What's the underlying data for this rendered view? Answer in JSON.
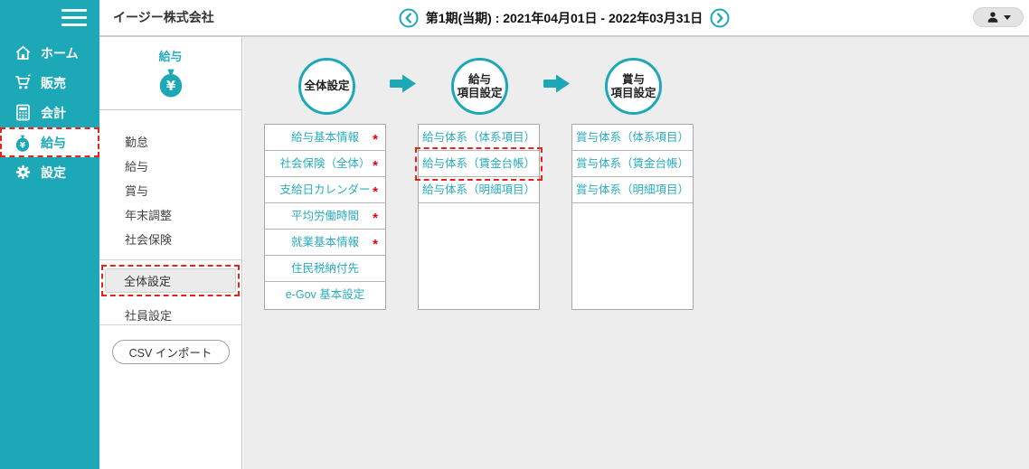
{
  "header": {
    "company_name": "イージー株式会社",
    "period_label": "第1期(当期) : 2021年04月01日 - 2022年03月31日"
  },
  "sidebar": {
    "items": [
      {
        "label": "ホーム",
        "icon": "home-icon"
      },
      {
        "label": "販売",
        "icon": "cart-icon"
      },
      {
        "label": "会計",
        "icon": "calculator-icon"
      },
      {
        "label": "給与",
        "icon": "moneybag-icon",
        "active": true
      },
      {
        "label": "設定",
        "icon": "gear-icon"
      }
    ]
  },
  "submenu": {
    "title": "給与",
    "items": [
      {
        "label": "勤怠"
      },
      {
        "label": "給与"
      },
      {
        "label": "賞与"
      },
      {
        "label": "年末調整"
      },
      {
        "label": "社会保険"
      }
    ],
    "settings": [
      {
        "label": "全体設定",
        "active": true
      },
      {
        "label": "社員設定",
        "active": false
      }
    ],
    "csv_button_label": "CSV インポート"
  },
  "main": {
    "steps": [
      {
        "line1": "全体設定",
        "line2": ""
      },
      {
        "line1": "給与",
        "line2": "項目設定"
      },
      {
        "line1": "賞与",
        "line2": "項目設定"
      }
    ],
    "columns": [
      {
        "buttons": [
          {
            "label": "給与基本情報",
            "marker": "*"
          },
          {
            "label": "社会保険（全体）",
            "marker": "*"
          },
          {
            "label": "支給日カレンダー",
            "marker": "*"
          },
          {
            "label": "平均労働時間",
            "marker": "*"
          },
          {
            "label": "就業基本情報",
            "marker": "*"
          },
          {
            "label": "住民税納付先",
            "marker": ""
          },
          {
            "label": "e-Gov 基本設定",
            "marker": ""
          }
        ]
      },
      {
        "buttons": [
          {
            "label": "給与体系（体系項目）",
            "marker": ""
          },
          {
            "label": "給与体系（賃金台帳）",
            "marker": "",
            "highlighted": true
          },
          {
            "label": "給与体系（明細項目）",
            "marker": ""
          }
        ]
      },
      {
        "buttons": [
          {
            "label": "賞与体系（体系項目）",
            "marker": ""
          },
          {
            "label": "賞与体系（賃金台帳）",
            "marker": ""
          },
          {
            "label": "賞与体系（明細項目）",
            "marker": ""
          }
        ]
      }
    ]
  },
  "colors": {
    "accent_teal": "#1da8b8",
    "link_teal": "#2aacbe",
    "highlight_red": "#e8231a",
    "required_red": "#e60012",
    "main_background": "#ededed"
  }
}
